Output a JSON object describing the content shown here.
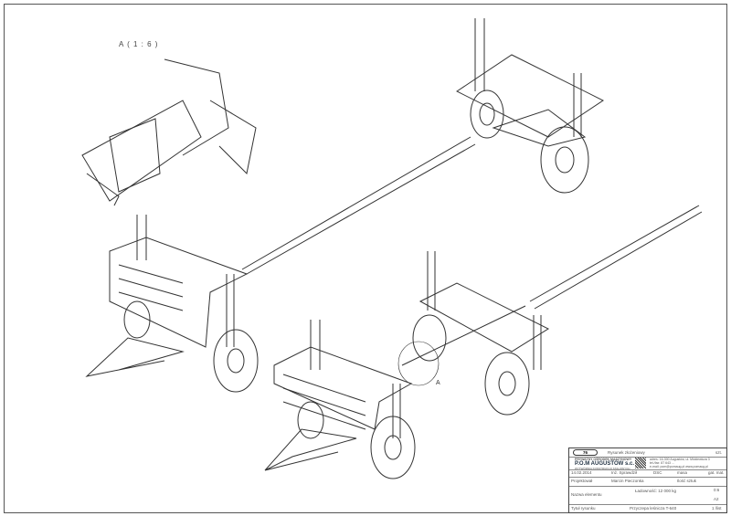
{
  "detail": {
    "label": "A ( 1 : 6 )",
    "section_mark": "A"
  },
  "title_block": {
    "sheet_number": "76",
    "drawing_type": "Rysunek złożeniowy",
    "qty_label": "szt.",
    "company_line1": "PRYWATNY OŚRODEK MASZYNOWY",
    "company_name": "P.O.M AUGUSTÓW s.c.",
    "company_line2": "WYTWÓRNIA KONSTRUKCJI STALOWYCH",
    "address": "adres: 16-300 Augustów, ul. Mickiewicza 3",
    "phone": "tel./fax: 87 643 ...",
    "email": "e-mail: pom@pomaug.pl  www.pomaug.pl",
    "date": "14.02.2014",
    "author_role": "Inż. Sprawdził",
    "dsc": "DSC",
    "mass_label": "masa",
    "material_label": "gat. mat.",
    "designed_label": "Projektował",
    "designer": "Marcin Pieczonka",
    "count_label": "Ilość sztuk",
    "element_label": "Nazwa elementu",
    "element_name": "Ładowność: 12 000 kg",
    "scale": "0:6",
    "format": "A2",
    "title_label": "Tytuł rysunku",
    "title": "Przyczepa leśnicza T-640",
    "sheet": "1 /list"
  }
}
